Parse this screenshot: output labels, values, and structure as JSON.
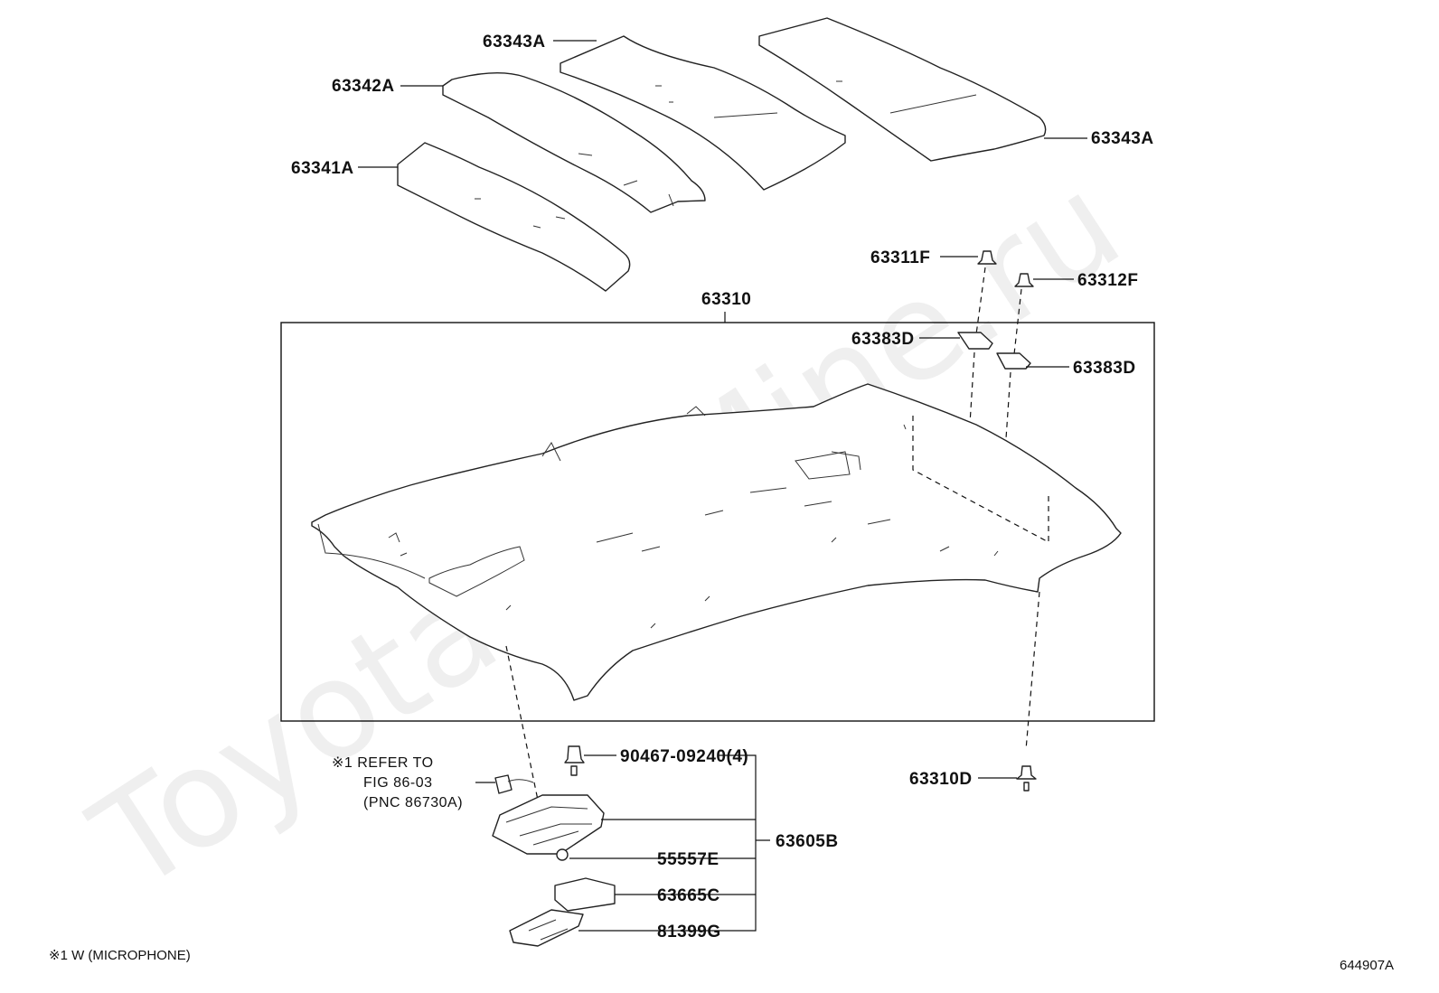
{
  "watermark": "ToyotaCarMine.ru",
  "diagram_id": "644907A",
  "footnote": "※1  W (MICROPHONE)",
  "refer_note": {
    "line1": "※1 REFER TO",
    "line2": "FIG 86-03",
    "line3": "(PNC 86730A)"
  },
  "labels": {
    "p63343A_top": "63343A",
    "p63342A": "63342A",
    "p63341A": "63341A",
    "p63343A_right": "63343A",
    "p63311F": "63311F",
    "p63312F": "63312F",
    "p63310": "63310",
    "p63383D_left": "63383D",
    "p63383D_right": "63383D",
    "p90467": "90467-09240(4)",
    "p63310D": "63310D",
    "p63605B": "63605B",
    "p55557E": "55557E",
    "p63665C": "63665C",
    "p81399G": "81399G"
  }
}
